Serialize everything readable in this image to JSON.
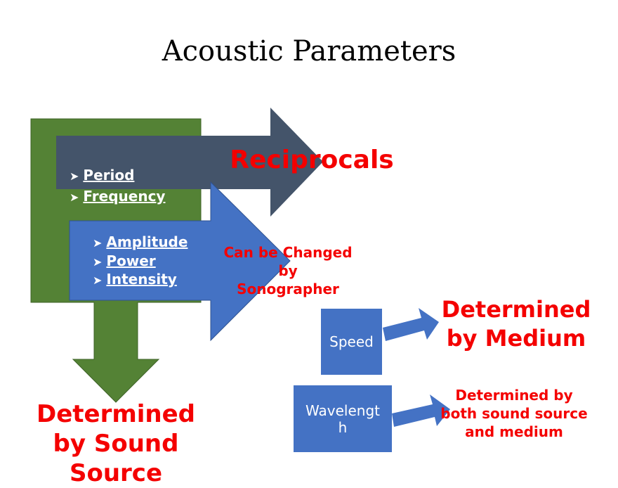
{
  "title": "Acoustic Parameters",
  "reciprocals": {
    "label": "Reciprocals",
    "items": [
      "Period",
      "Frequency"
    ]
  },
  "changeable": {
    "label_lines": [
      "Can be Changed",
      "by",
      "Sonographer"
    ],
    "items": [
      "Amplitude",
      "Power",
      "Intensity"
    ]
  },
  "source": {
    "label_lines": [
      "Determined",
      "by Sound",
      "Source"
    ]
  },
  "speed": {
    "box": "Speed",
    "label_lines": [
      "Determined",
      "by Medium"
    ]
  },
  "wavelength": {
    "box_lines": [
      "Wavelengt",
      "h"
    ],
    "label_lines": [
      "Determined by",
      "both sound source",
      "and medium"
    ]
  },
  "colors": {
    "green": "#548235",
    "slate": "#44546a",
    "blue": "#4472c4",
    "red": "#f40000"
  }
}
